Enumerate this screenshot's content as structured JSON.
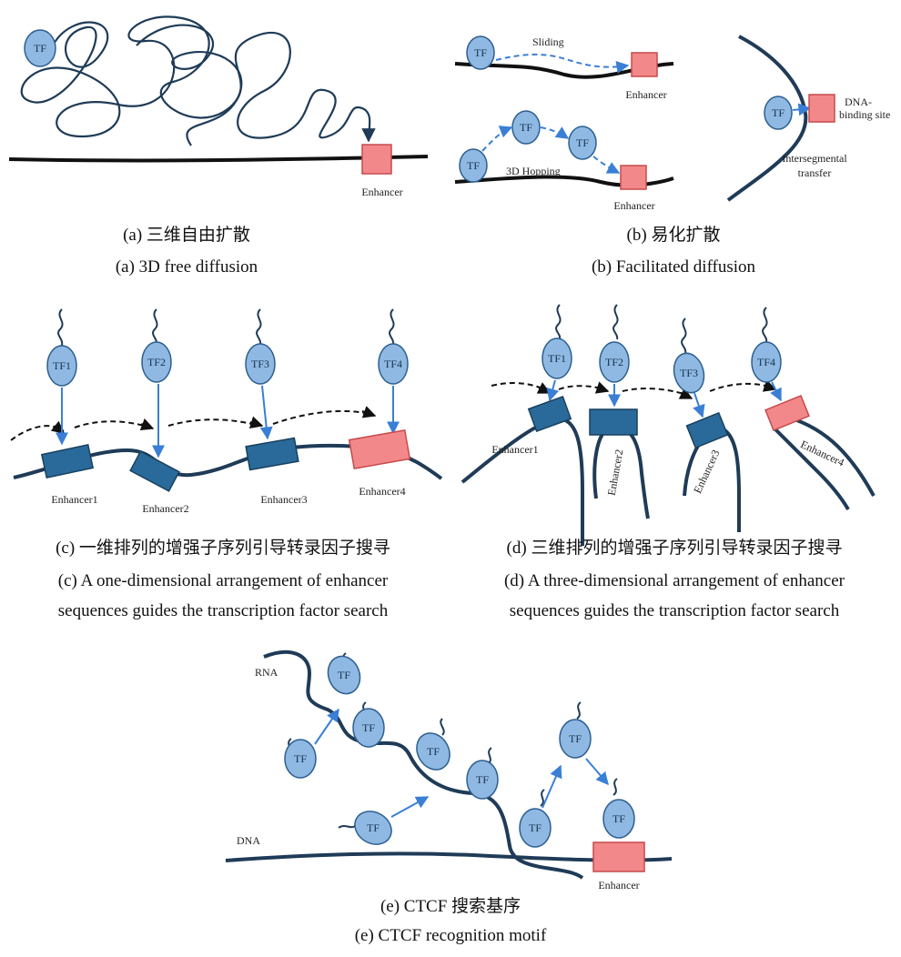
{
  "colors": {
    "dna": "#111111",
    "chrom": "#1f3b57",
    "tf_fill": "#8fb9e3",
    "tf_stroke": "#2d5f8f",
    "enh_pink_fill": "#f3888a",
    "enh_pink_stroke": "#c64a4c",
    "enh_blue_fill": "#2a6a9a",
    "enh_blue_stroke": "#18405e",
    "arrow_blue": "#3a7fd5",
    "arrow_black": "#111111"
  },
  "panels": {
    "a": {
      "tf": "TF",
      "enhancer": "Enhancer",
      "caption_cn": "(a) 三维自由扩散",
      "caption_en": "(a) 3D free diffusion"
    },
    "b": {
      "tf": "TF",
      "sliding": "Sliding",
      "hopping": "3D Hopping",
      "enhancer": "Enhancer",
      "dna_binding_line1": "DNA-",
      "dna_binding_line2": "binding site",
      "intersegmental_line1": "Intersegmental",
      "intersegmental_line2": "transfer",
      "caption_cn": "(b) 易化扩散",
      "caption_en": "(b) Facilitated diffusion"
    },
    "c": {
      "tfs": [
        "TF1",
        "TF2",
        "TF3",
        "TF4"
      ],
      "enhancers": [
        "Enhancer1",
        "Enhancer2",
        "Enhancer3",
        "Enhancer4"
      ],
      "caption_cn": "(c) 一维排列的增强子序列引导转录因子搜寻",
      "caption_en_line1": "(c) A one-dimensional arrangement of enhancer",
      "caption_en_line2": "sequences guides the transcription factor search"
    },
    "d": {
      "tfs": [
        "TF1",
        "TF2",
        "TF3",
        "TF4"
      ],
      "enhancers": [
        "Enhancer1",
        "Enhancer2",
        "Enhancer3",
        "Enhancer4"
      ],
      "caption_cn": "(d) 三维排列的增强子序列引导转录因子搜寻",
      "caption_en_line1": "(d) A three-dimensional arrangement of enhancer",
      "caption_en_line2": "sequences guides the transcription factor search"
    },
    "e": {
      "rna": "RNA",
      "dna": "DNA",
      "tf": "TF",
      "enhancer": "Enhancer",
      "caption_cn": "(e) CTCF 搜索基序",
      "caption_en": "(e) CTCF recognition motif"
    }
  }
}
